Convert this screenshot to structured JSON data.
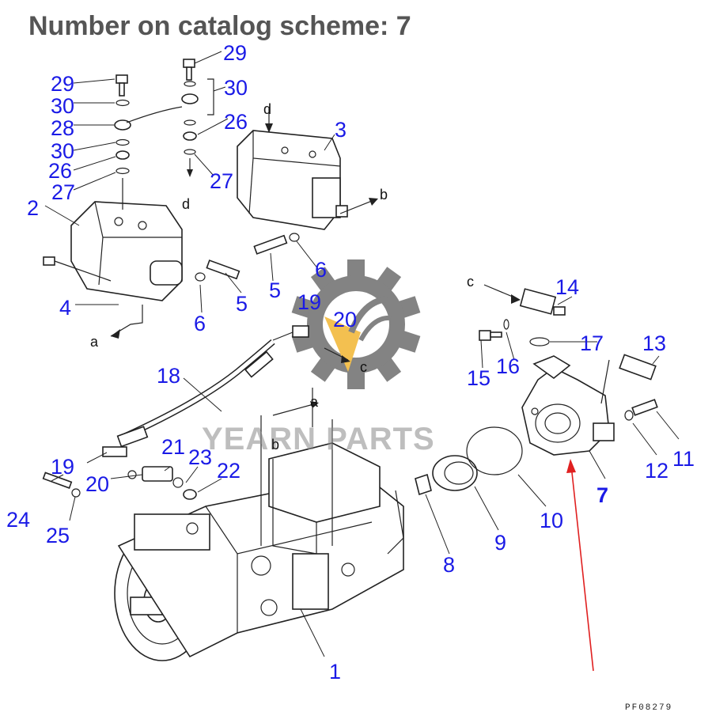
{
  "title": "Number on catalog scheme: 7",
  "watermark": "YEARN PARTS",
  "drawing_code": "PF08279",
  "colors": {
    "label": "#1a1ae6",
    "pointer": "#e02020",
    "title": "#555555",
    "gear": "#6e6e6e",
    "gear_accent": "#f2b632"
  },
  "highlighted_item": "7",
  "labels": [
    {
      "id": "1",
      "text": "1"
    },
    {
      "id": "2",
      "text": "2"
    },
    {
      "id": "3",
      "text": "3"
    },
    {
      "id": "4",
      "text": "4"
    },
    {
      "id": "5a",
      "text": "5"
    },
    {
      "id": "5b",
      "text": "5"
    },
    {
      "id": "6a",
      "text": "6"
    },
    {
      "id": "6b",
      "text": "6"
    },
    {
      "id": "7",
      "text": "7"
    },
    {
      "id": "8",
      "text": "8"
    },
    {
      "id": "9",
      "text": "9"
    },
    {
      "id": "10",
      "text": "10"
    },
    {
      "id": "11",
      "text": "11"
    },
    {
      "id": "12",
      "text": "12"
    },
    {
      "id": "13",
      "text": "13"
    },
    {
      "id": "14",
      "text": "14"
    },
    {
      "id": "15",
      "text": "15"
    },
    {
      "id": "16",
      "text": "16"
    },
    {
      "id": "17",
      "text": "17"
    },
    {
      "id": "18",
      "text": "18"
    },
    {
      "id": "19a",
      "text": "19"
    },
    {
      "id": "19b",
      "text": "19"
    },
    {
      "id": "20a",
      "text": "20"
    },
    {
      "id": "20b",
      "text": "20"
    },
    {
      "id": "21",
      "text": "21"
    },
    {
      "id": "22",
      "text": "22"
    },
    {
      "id": "23",
      "text": "23"
    },
    {
      "id": "24",
      "text": "24"
    },
    {
      "id": "25",
      "text": "25"
    },
    {
      "id": "26a",
      "text": "26"
    },
    {
      "id": "26b",
      "text": "26"
    },
    {
      "id": "27a",
      "text": "27"
    },
    {
      "id": "27b",
      "text": "27"
    },
    {
      "id": "28",
      "text": "28"
    },
    {
      "id": "29a",
      "text": "29"
    },
    {
      "id": "29b",
      "text": "29"
    },
    {
      "id": "30a",
      "text": "30"
    },
    {
      "id": "30b",
      "text": "30"
    },
    {
      "id": "30c",
      "text": "30"
    }
  ],
  "connectors": [
    {
      "id": "a1",
      "text": "a"
    },
    {
      "id": "a2",
      "text": "a"
    },
    {
      "id": "b1",
      "text": "b"
    },
    {
      "id": "b2",
      "text": "b"
    },
    {
      "id": "c1",
      "text": "c"
    },
    {
      "id": "c2",
      "text": "c"
    },
    {
      "id": "d1",
      "text": "d"
    },
    {
      "id": "d2",
      "text": "d"
    }
  ]
}
